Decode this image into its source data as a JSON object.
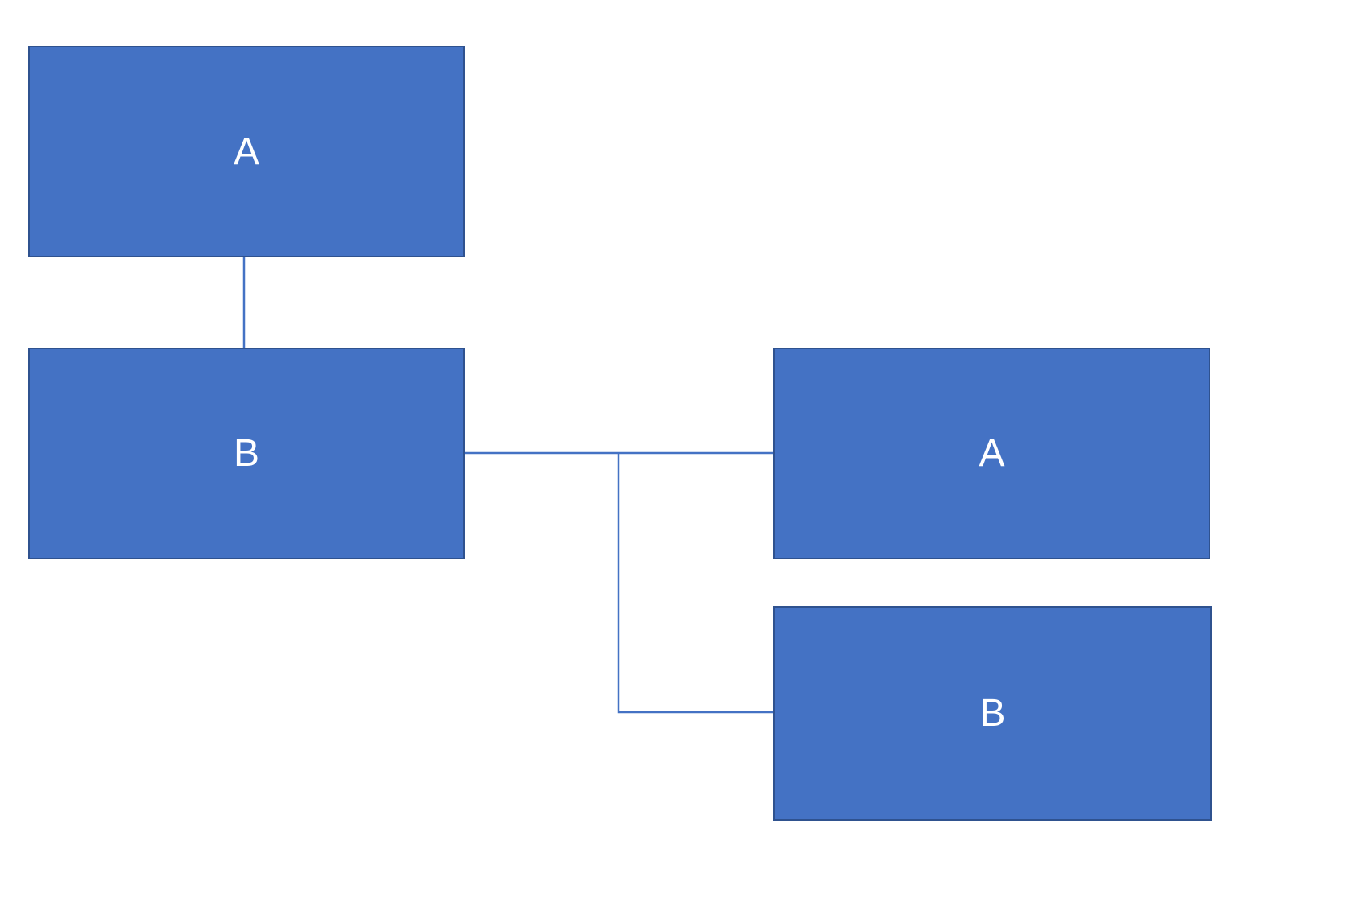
{
  "diagram": {
    "nodes": [
      {
        "id": "top-left",
        "label": "A"
      },
      {
        "id": "mid-left",
        "label": "B"
      },
      {
        "id": "right-upper",
        "label": "A"
      },
      {
        "id": "right-lower",
        "label": "B"
      }
    ],
    "connectors": [
      {
        "from": "top-left",
        "to": "mid-left",
        "type": "straight-vertical"
      },
      {
        "from": "mid-left",
        "to": "right-upper",
        "type": "straight-horizontal"
      },
      {
        "from": "mid-left",
        "to": "right-lower",
        "type": "elbow"
      }
    ],
    "colors": {
      "node_fill": "#4472C4",
      "node_border": "#2F528F",
      "connector": "#4472C4",
      "label_text": "#FFFFFF",
      "background": "#FFFFFF"
    }
  }
}
